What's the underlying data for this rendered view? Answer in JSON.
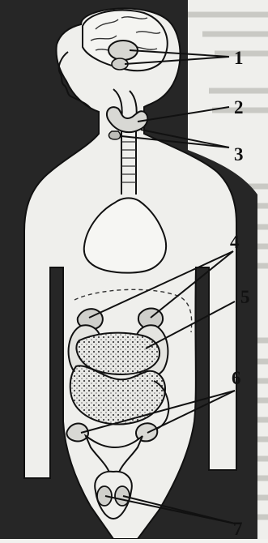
{
  "figure": {
    "labels": {
      "l1": "1",
      "l2": "2",
      "l3": "3",
      "l4": "4",
      "l5": "5",
      "l6": "6",
      "l7": "7"
    }
  }
}
